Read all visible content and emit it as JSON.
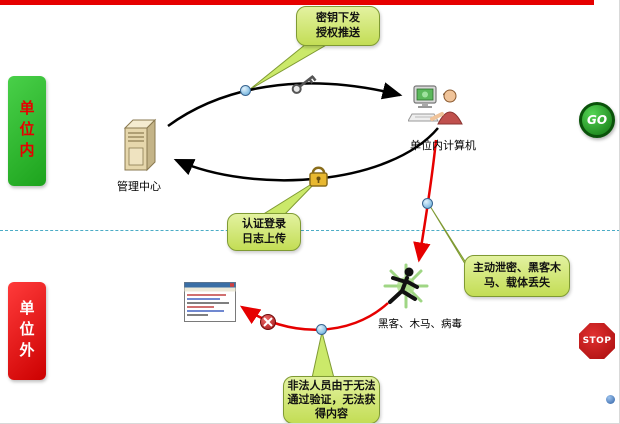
{
  "zones": {
    "inside_label": "单位内",
    "outside_label": "单位外"
  },
  "callouts": {
    "key_push": {
      "lines": [
        "密钥下发",
        "授权推送"
      ]
    },
    "auth_login": {
      "lines": [
        "认证登录",
        "日志上传"
      ]
    },
    "leak_risk": {
      "lines": [
        "主动泄密、黑客木",
        "马、载体丢失"
      ]
    },
    "illegal_user": {
      "lines": [
        "非法人员由于无法",
        "通过验证，无法获",
        "得内容"
      ]
    }
  },
  "nodes": {
    "management_center_label": "管理中心",
    "inside_computer_label": "单位内计算机",
    "hacker_label": "黑客、木马、病毒"
  },
  "signs": {
    "go": "GO",
    "stop": "STOP"
  },
  "colors": {
    "accent_bar": "#e60000",
    "zone_inside_bg": "#2db82d",
    "zone_inside_text": "#e60000",
    "zone_outside_bg": "#e60000",
    "zone_outside_text": "#ffffff",
    "callout_bg": "#cde26a",
    "callout_border": "#7f9a33",
    "arrow_safe": "#000000",
    "arrow_attack": "#e60000",
    "divider": "#4bacc6"
  }
}
